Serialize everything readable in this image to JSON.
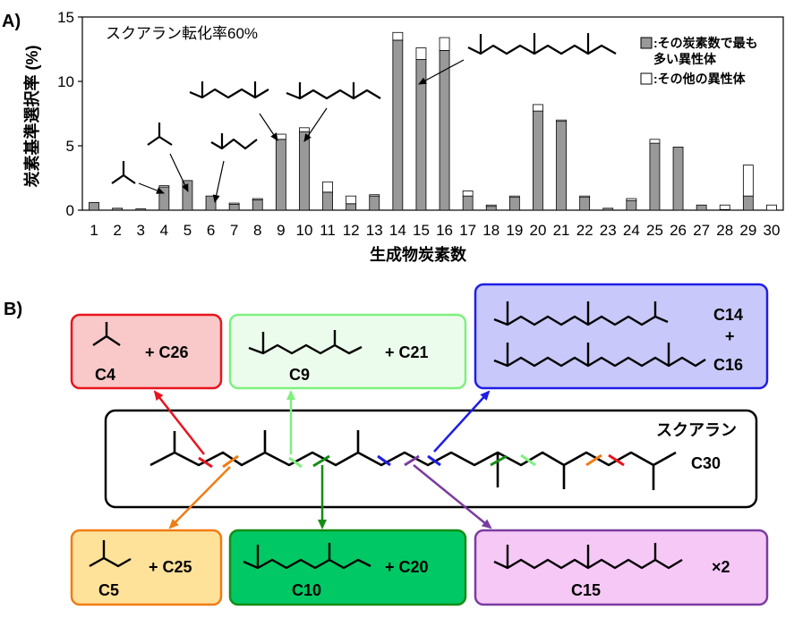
{
  "panel_a_label": "A)",
  "panel_b_label": "B)",
  "chart_data": {
    "type": "bar",
    "stacked": true,
    "title": "",
    "annotation": "スクアラン転化率60%",
    "xlabel": "生成物炭素数",
    "ylabel": "炭素基準選択率 (%)",
    "ylim": [
      0,
      15
    ],
    "yticks": [
      0,
      5,
      10,
      15
    ],
    "grid": false,
    "legend_placement": "top-right",
    "categories": [
      "1",
      "2",
      "3",
      "4",
      "5",
      "6",
      "7",
      "8",
      "9",
      "10",
      "11",
      "12",
      "13",
      "14",
      "15",
      "16",
      "17",
      "18",
      "19",
      "20",
      "21",
      "22",
      "23",
      "24",
      "25",
      "26",
      "27",
      "28",
      "29",
      "30"
    ],
    "series": [
      {
        "name": ":その炭素数で最も多い異性体",
        "color": "#999999",
        "values": [
          0.6,
          0.15,
          0.1,
          1.8,
          2.3,
          1.1,
          0.45,
          0.8,
          5.5,
          6.1,
          1.4,
          0.5,
          1.1,
          13.2,
          11.7,
          12.4,
          1.1,
          0.3,
          1.0,
          7.7,
          6.9,
          1.0,
          0.15,
          0.75,
          5.2,
          4.9,
          0.4,
          0.05,
          1.1,
          0.0
        ]
      },
      {
        "name": ":その他の異性体",
        "color": "#ffffff",
        "values": [
          0.0,
          0.0,
          0.0,
          0.1,
          0.0,
          0.0,
          0.1,
          0.1,
          0.4,
          0.3,
          0.8,
          0.6,
          0.1,
          0.6,
          0.9,
          1.0,
          0.4,
          0.1,
          0.1,
          0.5,
          0.1,
          0.1,
          0.0,
          0.15,
          0.3,
          0.0,
          0.0,
          0.35,
          2.4,
          0.4
        ]
      }
    ]
  },
  "scheme": {
    "center": {
      "name": "スクアラン",
      "carbon": "C30"
    },
    "top": [
      {
        "fragment": "C4",
        "partner": "+ C26"
      },
      {
        "fragment": "C9",
        "partner": "+ C21"
      },
      {
        "fragment_a": "C14",
        "plus": "+",
        "fragment_b": "C16"
      }
    ],
    "bottom": [
      {
        "fragment": "C5",
        "partner": "+ C25"
      },
      {
        "fragment": "C10",
        "partner": "+ C20"
      },
      {
        "fragment": "C15",
        "partner": "×2"
      }
    ],
    "colors": {
      "c4": "#e8141e",
      "c9": "#7ef07e",
      "c14": "#1e1ee6",
      "c5": "#f07c14",
      "c10": "#148c14",
      "c15": "#7a3ca0"
    }
  }
}
